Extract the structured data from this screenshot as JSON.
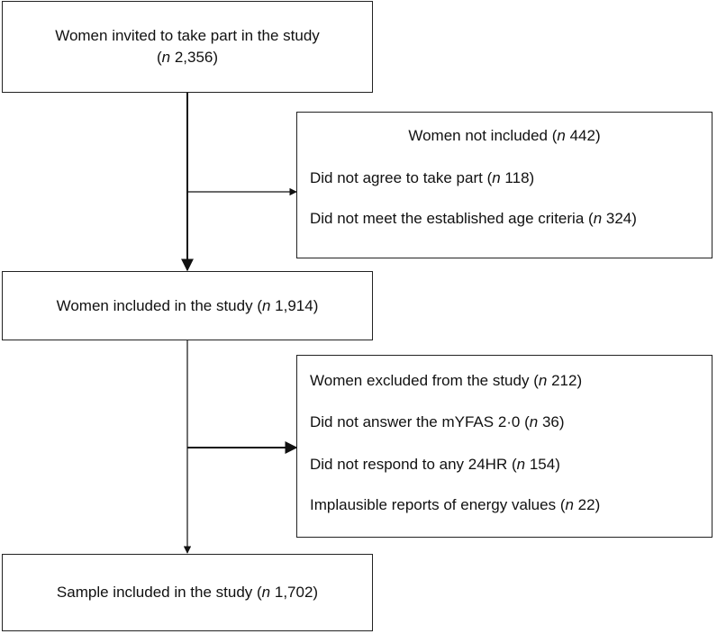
{
  "boxes": {
    "invited": {
      "line1": "Women invited to take part in the study",
      "n_label": "n",
      "n_value": " 2,356"
    },
    "not_included": {
      "title": "Women not included",
      "n_label": "n",
      "n_value": " 442",
      "items": [
        {
          "text": "Did not agree to take part",
          "n_label": "n",
          "n_value": " 118"
        },
        {
          "text": "Did not meet the established age criteria",
          "n_label": "n",
          "n_value": " 324"
        }
      ]
    },
    "included": {
      "text": "Women included in the study",
      "n_label": "n",
      "n_value": " 1,914"
    },
    "excluded": {
      "title": "Women excluded from the study",
      "n_label": "n",
      "n_value": " 212",
      "items": [
        {
          "text": "Did not answer the mYFAS 2·0",
          "n_label": "n",
          "n_value": " 36"
        },
        {
          "text": "Did not respond to any 24HR",
          "n_label": "n",
          "n_value": " 154"
        },
        {
          "text": "Implausible reports of energy values",
          "n_label": "n",
          "n_value": " 22"
        }
      ]
    },
    "sample": {
      "text": "Sample included in the study",
      "n_label": "n",
      "n_value": " 1,702"
    }
  }
}
